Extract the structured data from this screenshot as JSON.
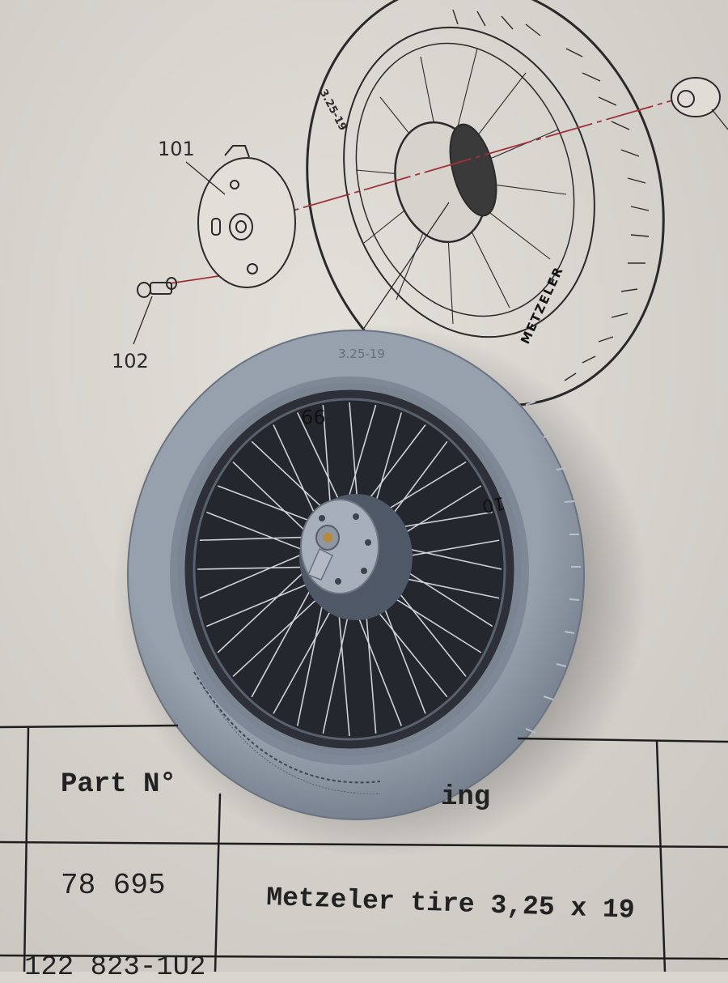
{
  "diagram": {
    "callout_101": "101",
    "callout_102": "102",
    "tire_size_label": "3.25-19",
    "brand_on_drawing": "METZELER"
  },
  "model_wheel": {
    "sidewall_size": "3.25-19",
    "spoke_marker_99": "99",
    "spoke_marker_10": "10"
  },
  "parts_table": {
    "header_part_no": "Part N°",
    "header_designation_partial": "ing",
    "rows": [
      {
        "part_no": "78 695",
        "designation": "Metzeler tire 3,25 x 19"
      },
      {
        "part_no": "122 823-1U2",
        "designation": ""
      }
    ]
  },
  "colors": {
    "paper": "#d8d5cf",
    "resin_grey": "#8a94a2",
    "ink": "#222222",
    "axis_red": "#a0303a"
  }
}
